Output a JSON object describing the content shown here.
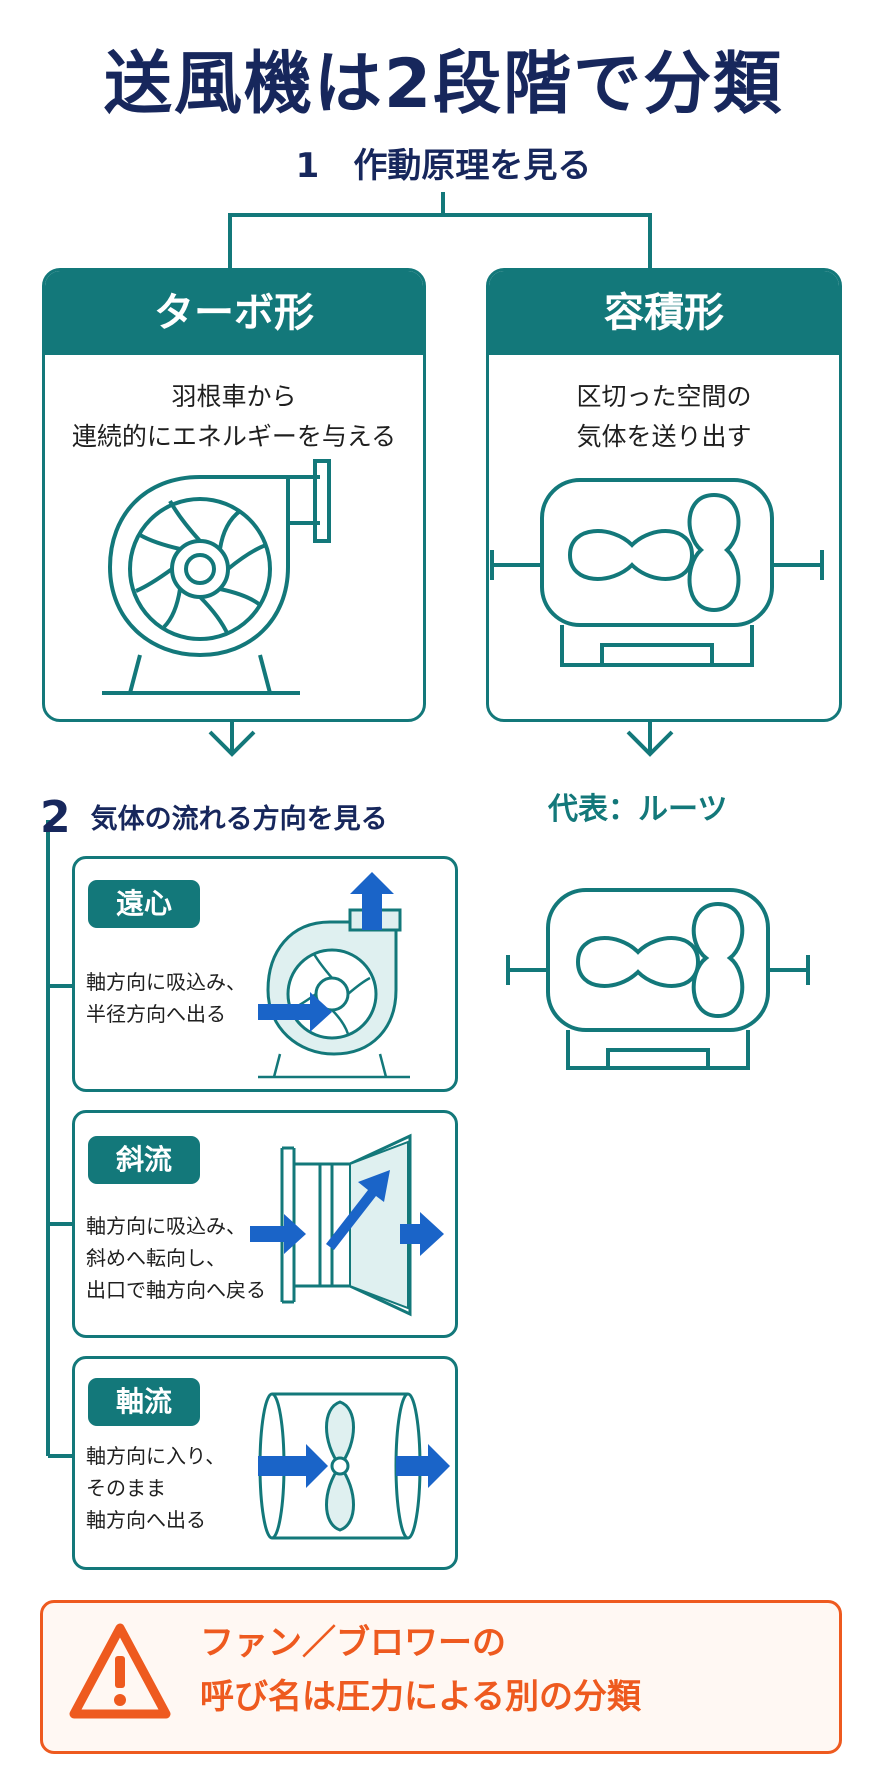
{
  "title": "送風機は2段階で分類",
  "step1": {
    "number": "1",
    "label": "作動原理を見る"
  },
  "turbo": {
    "header": "ターボ形",
    "desc_line1": "羽根車から",
    "desc_line2": "連続的にエネルギーを与える"
  },
  "positive": {
    "header": "容積形",
    "desc_line1": "区切った空間の",
    "desc_line2": "気体を送り出す"
  },
  "step2": {
    "number": "2",
    "label": "気体の流れる方向を見る"
  },
  "representative": "代表：ルーツ",
  "cards": [
    {
      "badge": "遠心",
      "lines": [
        "軸方向に吸込み、",
        "半径方向へ出る"
      ]
    },
    {
      "badge": "斜流",
      "lines": [
        "軸方向に吸込み、",
        "斜めへ転向し、",
        "出口で軸方向へ戻る"
      ]
    },
    {
      "badge": "軸流",
      "lines": [
        "軸方向に入り、",
        "そのまま",
        "軸方向へ出る"
      ]
    }
  ],
  "warning": {
    "line1": "ファン／ブロワーの",
    "line2": "呼び名は圧力による別の分類"
  },
  "colors": {
    "navy": "#17275c",
    "teal": "#13787a",
    "blue_arrow": "#1a64c8",
    "orange": "#ee5a1f"
  }
}
